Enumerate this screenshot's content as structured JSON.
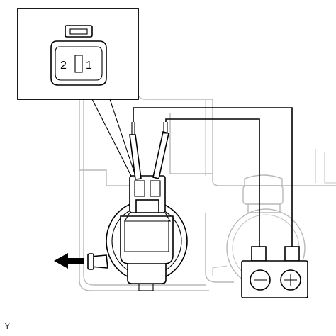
{
  "connector_view": {
    "terminals": [
      {
        "label": "2"
      },
      {
        "label": "1"
      }
    ]
  },
  "battery": {
    "negative_symbol": "⊖",
    "positive_symbol": "⊕"
  },
  "figure_code": "Y",
  "colors": {
    "line": "#000000",
    "ghost": "#b8b8b8",
    "background": "#ffffff"
  }
}
